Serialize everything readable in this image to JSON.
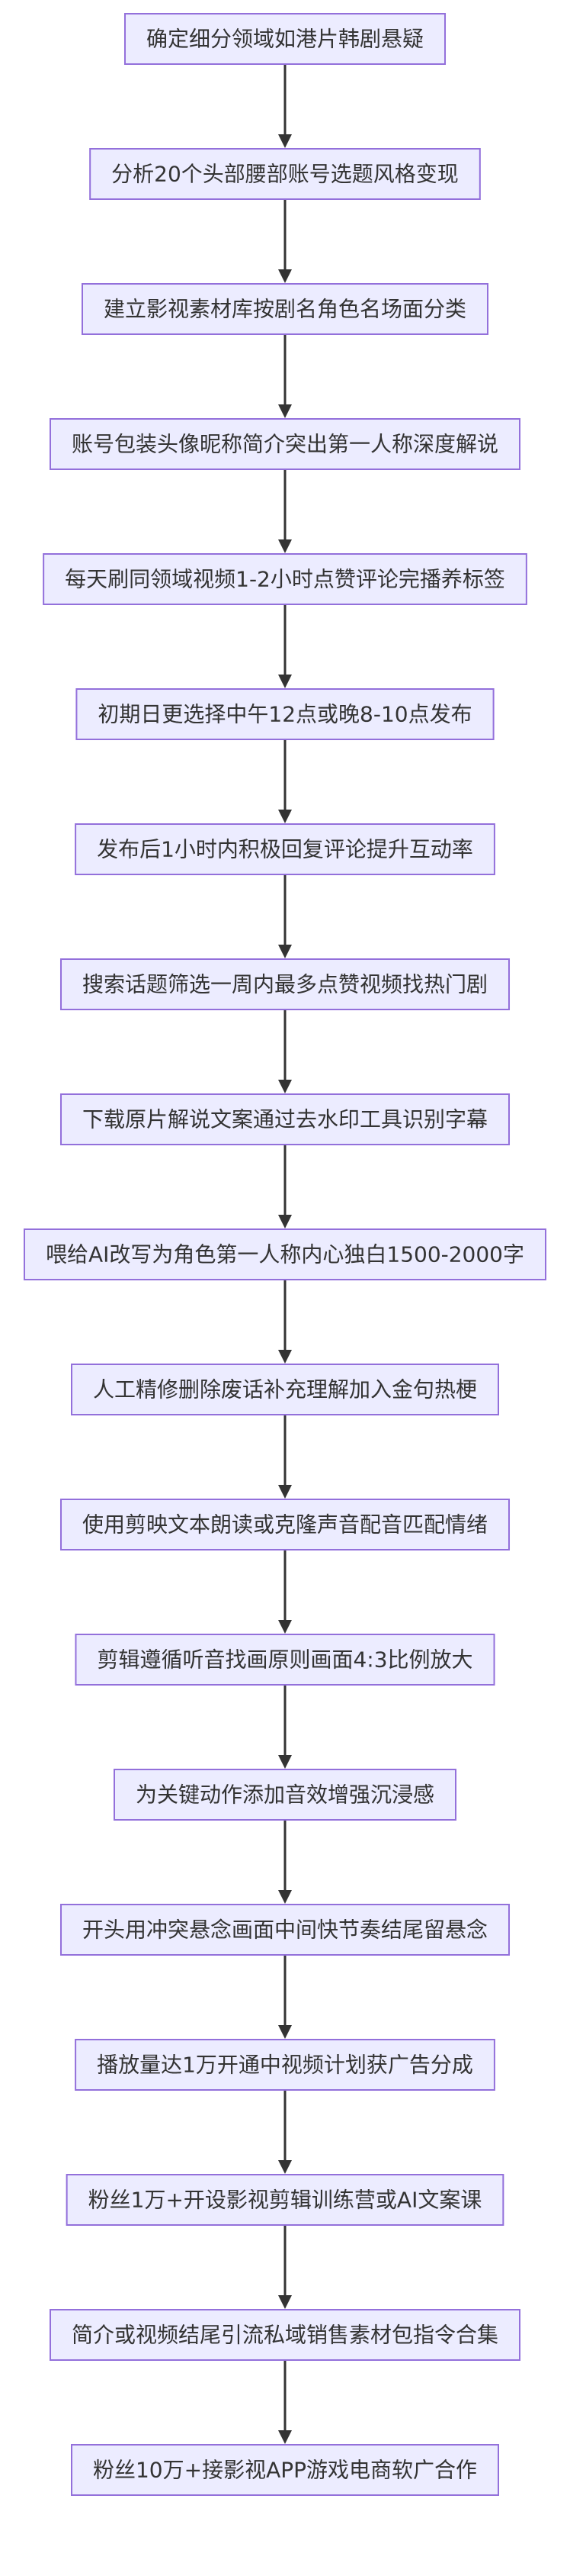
{
  "flowchart": {
    "colors": {
      "node_fill": "#ECECFF",
      "node_border": "#9370DB",
      "text": "#333333",
      "arrow": "#333333"
    },
    "steps": [
      "确定细分领域如港片韩剧悬疑",
      "分析20个头部腰部账号选题风格变现",
      "建立影视素材库按剧名角色名场面分类",
      "账号包装头像昵称简介突出第一人称深度解说",
      "每天刷同领域视频1-2小时点赞评论完播养标签",
      "初期日更选择中午12点或晚8-10点发布",
      "发布后1小时内积极回复评论提升互动率",
      "搜索话题筛选一周内最多点赞视频找热门剧",
      "下载原片解说文案通过去水印工具识别字幕",
      "喂给AI改写为角色第一人称内心独白1500-2000字",
      "人工精修删除废话补充理解加入金句热梗",
      "使用剪映文本朗读或克隆声音配音匹配情绪",
      "剪辑遵循听音找画原则画面4:3比例放大",
      "为关键动作添加音效增强沉浸感",
      "开头用冲突悬念画面中间快节奏结尾留悬念",
      "播放量达1万开通中视频计划获广告分成",
      "粉丝1万+开设影视剪辑训练营或AI文案课",
      "简介或视频结尾引流私域销售素材包指令合集",
      "粉丝10万+接影视APP游戏电商软广合作"
    ]
  }
}
